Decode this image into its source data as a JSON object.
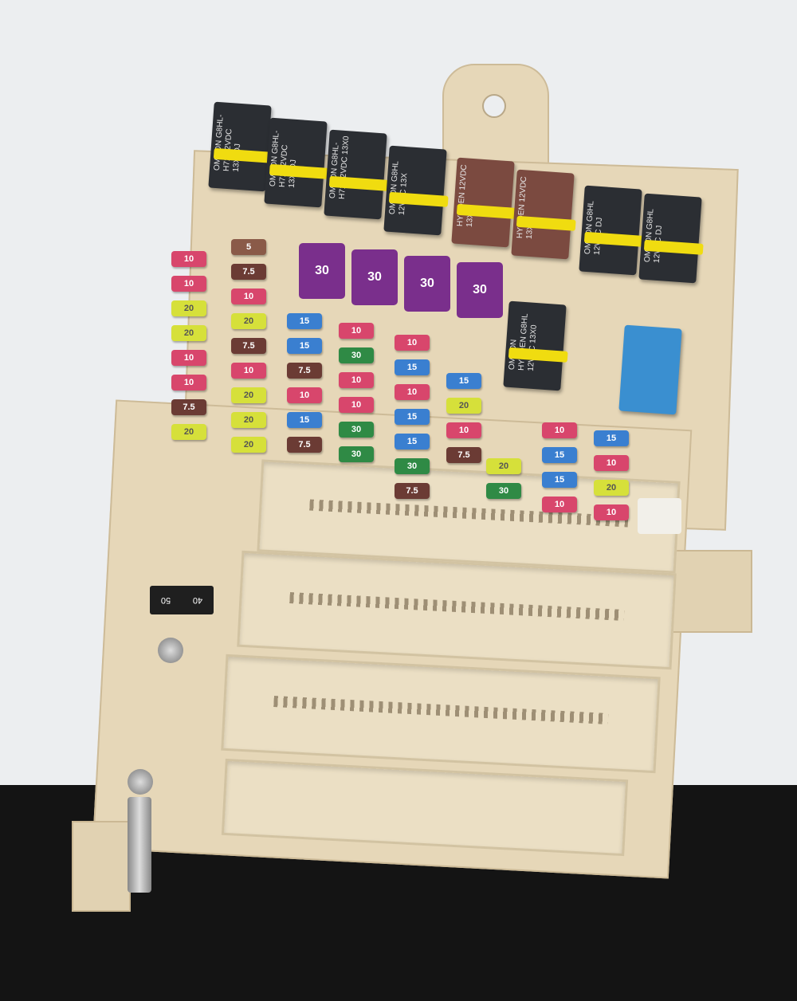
{
  "relays": [
    {
      "text": "OMRON G8HL-H71 12VDC 13X0DJ",
      "color": "#2b2e33"
    },
    {
      "text": "OMRON G8HL-H71 12VDC 13X0DJ",
      "color": "#2b2e33"
    },
    {
      "text": "OMRON G8HL-H71 12VDC 13X0",
      "color": "#2b2e33"
    },
    {
      "text": "OMRON G8HL 12VDC 13X",
      "color": "#2b2e33"
    },
    {
      "text": "HYODEN 12VDC 13X0",
      "color": "#7b4a40"
    },
    {
      "text": "HYODEN 12VDC 13X0",
      "color": "#7b4a40"
    },
    {
      "text": "OMRON G8HL 12VDC DJ",
      "color": "#2b2e33"
    },
    {
      "text": "OMRON G8HL 12VDC DJ",
      "color": "#2b2e33"
    },
    {
      "text": "OMRON HYODEN G8HL 12VDC 13X0",
      "color": "#2b2e33"
    },
    {
      "text": "",
      "color": "#3a8fd0"
    }
  ],
  "maxi_fuses": [
    "30",
    "30",
    "30",
    "30"
  ],
  "fuse_colors": {
    "7.5": "#6b3b34",
    "10": "#d8466c",
    "15": "#3a7fd0",
    "20": "#d6e03a",
    "30": "#2f8a45",
    "5": "#8a5a48"
  },
  "fuse_columns": [
    [
      "10",
      "10",
      "20",
      "20",
      "10",
      "10",
      "7.5",
      "20"
    ],
    [
      "5",
      "7.5",
      "10",
      "20",
      "7.5",
      "10",
      "20",
      "20",
      "20"
    ],
    [
      "15",
      "15",
      "7.5",
      "10",
      "15",
      "7.5"
    ],
    [
      "10",
      "30",
      "10",
      "10",
      "30",
      "30"
    ],
    [
      "10",
      "15",
      "10",
      "15",
      "15",
      "30",
      "7.5"
    ],
    [
      "15",
      "20",
      "10",
      "7.5"
    ],
    [
      "20",
      "30"
    ],
    [
      "10",
      "15",
      "15",
      "10"
    ],
    [
      "15",
      "10",
      "20",
      "10"
    ]
  ],
  "slow_blow": {
    "label_left": "40",
    "label_right": "50"
  }
}
